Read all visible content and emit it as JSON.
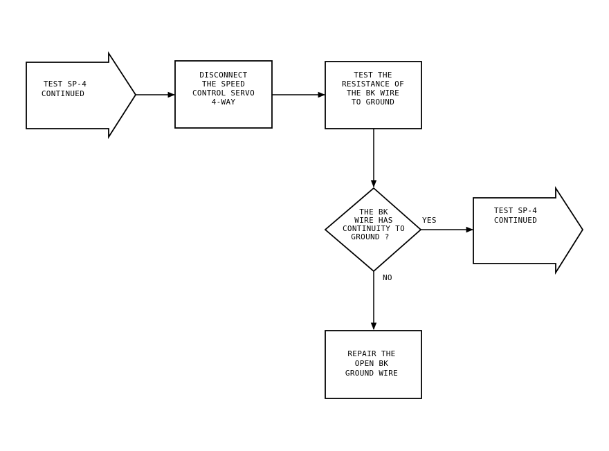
{
  "colors": {
    "ink": "#000000",
    "paper": "#ffffff"
  },
  "nodes": {
    "start": {
      "shape": "arrow",
      "lines": [
        "TEST SP-4",
        "CONTINUED"
      ]
    },
    "disconnect": {
      "shape": "box",
      "lines": [
        "DISCONNECT",
        "THE SPEED",
        "CONTROL SERVO",
        "4-WAY"
      ]
    },
    "test_resistance": {
      "shape": "box",
      "lines": [
        "TEST THE",
        "RESISTANCE OF",
        "THE BK WIRE",
        "TO GROUND"
      ]
    },
    "decision": {
      "shape": "diamond",
      "lines": [
        "THE BK",
        "WIRE HAS",
        "CONTINUITY TO",
        "GROUND ?"
      ]
    },
    "yes_target": {
      "shape": "arrow",
      "lines": [
        "TEST SP-4",
        "CONTINUED"
      ]
    },
    "repair": {
      "shape": "box",
      "lines": [
        "REPAIR THE",
        "OPEN BK",
        "GROUND WIRE"
      ]
    }
  },
  "edges": {
    "yes_label": "YES",
    "no_label": "NO"
  }
}
